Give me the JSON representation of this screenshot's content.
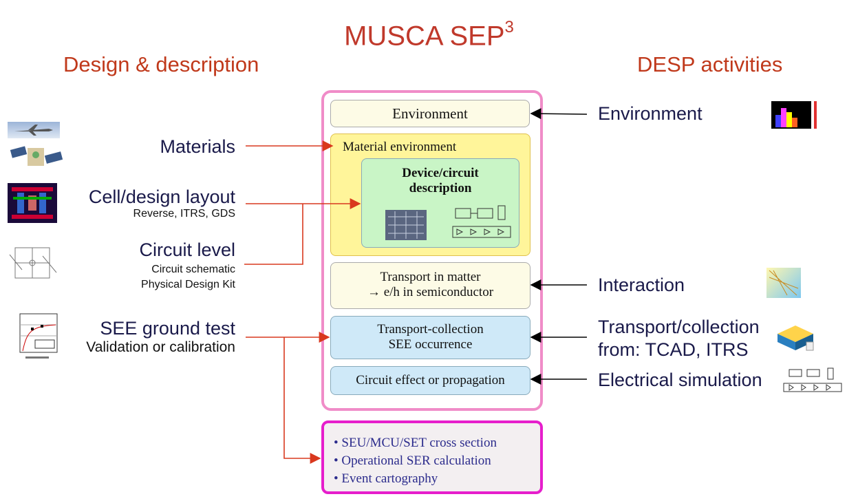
{
  "title": {
    "main": "MUSCA SEP",
    "sup": "3"
  },
  "left_heading": "Design & description",
  "right_heading": "DESP activities",
  "left_items": [
    {
      "label": "Materials",
      "sub": []
    },
    {
      "label": "Cell/design layout",
      "sub": [
        "Reverse, ITRS, GDS"
      ]
    },
    {
      "label": "Circuit level",
      "sub": [
        "Circuit schematic",
        "Physical Design Kit"
      ]
    },
    {
      "label": "SEE ground test",
      "sub": [
        "Validation or calibration"
      ]
    }
  ],
  "center_boxes": {
    "environment": "Environment",
    "material_environment": "Material environment",
    "device_circuit": [
      "Device/circuit",
      "description"
    ],
    "transport_matter": [
      "Transport in matter",
      "→ e/h in semiconductor"
    ],
    "transport_collection": [
      "Transport-collection",
      "SEE occurrence"
    ],
    "circuit_effect": "Circuit effect or propagation"
  },
  "outputs": [
    "• SEU/MCU/SET cross section",
    "• Operational SER calculation",
    "• Event cartography"
  ],
  "right_items": [
    [
      "Environment"
    ],
    [
      "Interaction"
    ],
    [
      "Transport/collection",
      "from: TCAD, ITRS"
    ],
    [
      "Electrical simulation"
    ]
  ],
  "colors": {
    "accent_red": "#c0392b",
    "arrow_red": "#d9381e",
    "outer_pink": "#f08cc8",
    "output_magenta": "#e61ecc"
  }
}
